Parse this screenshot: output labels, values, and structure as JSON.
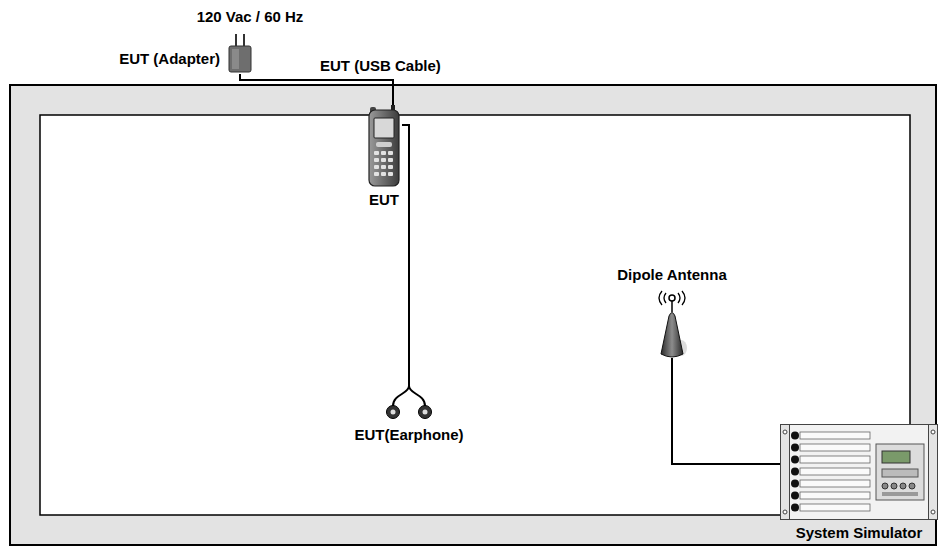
{
  "diagram": {
    "nodes": [
      {
        "text": [
          "EUT (Adapter)"
        ]
      },
      {
        "text": [
          "EUT"
        ]
      },
      {
        "text": [
          "EUT(Earphone)"
        ]
      },
      {
        "text": [
          "Dipole Antenna"
        ]
      },
      {
        "text": [
          "System Simulator"
        ]
      }
    ],
    "edges": [
      {
        "from": 0,
        "to": 1,
        "label": "EUT (USB Cable)",
        "arrow": "none"
      },
      {
        "from": 1,
        "to": 2,
        "arrow": "none"
      },
      {
        "from": 3,
        "to": 4,
        "arrow": "none"
      }
    ],
    "labels": [
      "120 Vac / 60 Hz"
    ]
  }
}
